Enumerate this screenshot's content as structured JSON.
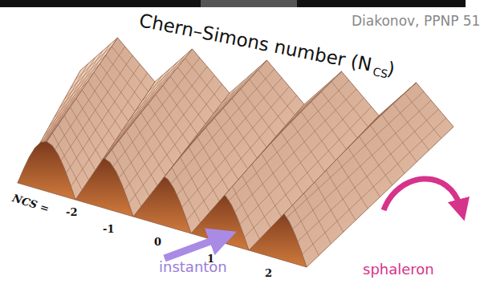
{
  "diagram": {
    "labels": [
      "Chern–Simons number (N",
      "CS",
      ")",
      "Diakonov, PPNP 51",
      "NCS =",
      "-2",
      "-1",
      "0",
      "1",
      "2",
      "instanton",
      "sphaleron"
    ]
  }
}
